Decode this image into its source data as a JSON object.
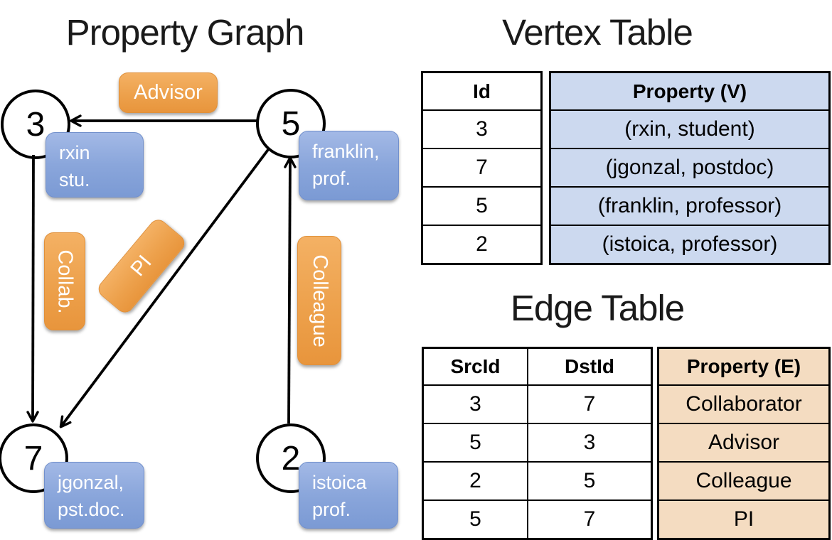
{
  "graph": {
    "title": "Property Graph",
    "vertices": [
      {
        "id": "3",
        "label_line1": "rxin",
        "label_line2": "stu."
      },
      {
        "id": "5",
        "label_line1": "franklin,",
        "label_line2": "prof."
      },
      {
        "id": "7",
        "label_line1": "jgonzal,",
        "label_line2": "pst.doc."
      },
      {
        "id": "2",
        "label_line1": "istoica",
        "label_line2": "prof."
      }
    ],
    "edge_labels": {
      "advisor": "Advisor",
      "collab": "Collab.",
      "pi": "PI",
      "colleague": "Colleague"
    }
  },
  "vertex_table": {
    "title": "Vertex Table",
    "columns": {
      "id": "Id",
      "property": "Property (V)"
    },
    "rows": [
      {
        "id": "3",
        "property": "(rxin, student)"
      },
      {
        "id": "7",
        "property": "(jgonzal, postdoc)"
      },
      {
        "id": "5",
        "property": "(franklin, professor)"
      },
      {
        "id": "2",
        "property": "(istoica, professor)"
      }
    ]
  },
  "edge_table": {
    "title": "Edge Table",
    "columns": {
      "src": "SrcId",
      "dst": "DstId",
      "property": "Property (E)"
    },
    "rows": [
      {
        "src": "3",
        "dst": "7",
        "property": "Collaborator"
      },
      {
        "src": "5",
        "dst": "3",
        "property": "Advisor"
      },
      {
        "src": "2",
        "dst": "5",
        "property": "Colleague"
      },
      {
        "src": "5",
        "dst": "7",
        "property": "PI"
      }
    ]
  },
  "colors": {
    "vertex_property_fill": "#ccd9ef",
    "edge_property_fill": "#f4dcc1",
    "edge_label_orange": "#eda14c",
    "vertex_label_blue": "#85a3d8",
    "line_black": "#000000"
  }
}
